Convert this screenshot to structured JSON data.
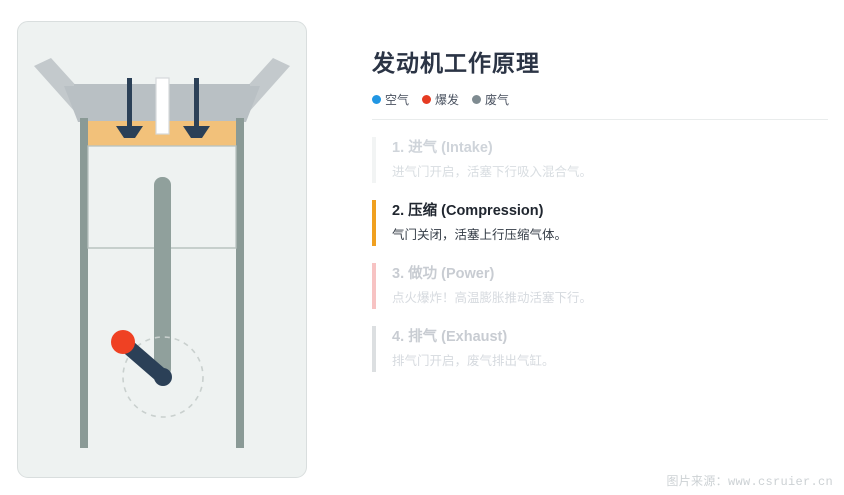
{
  "header": {
    "title": "发动机工作原理"
  },
  "legend": {
    "items": [
      {
        "label": "空气",
        "color": "#2196e3",
        "icon": "legend-dot-air"
      },
      {
        "label": "爆发",
        "color": "#e63b22",
        "icon": "legend-dot-explosion"
      },
      {
        "label": "废气",
        "color": "#7f8b91",
        "icon": "legend-dot-exhaust"
      }
    ]
  },
  "steps": [
    {
      "title": "1. 进气 (Intake)",
      "desc": "进气门开启，活塞下行吸入混合气。",
      "state": "faded",
      "marker_color": "#f2f4f4"
    },
    {
      "title": "2. 压缩 (Compression)",
      "desc": "气门关闭，活塞上行压缩气体。",
      "state": "active",
      "marker_color": "#f0a020"
    },
    {
      "title": "3. 做功 (Power)",
      "desc": "点火爆炸！高温膨胀推动活塞下行。",
      "state": "power",
      "marker_color": "#f7c3c3"
    },
    {
      "title": "4. 排气 (Exhaust)",
      "desc": "排气门开启，废气排出气缸。",
      "state": "exhaust",
      "marker_color": "#dcdfe1"
    }
  ],
  "watermark": {
    "prefix": "图片来源：",
    "url": "www.csruier.cn"
  },
  "diagram": {
    "name": "engine-compression-stroke",
    "colors": {
      "panel_bg": "#eef2f1",
      "panel_border": "#d9dede",
      "head": "#b9c0c4",
      "port": "#c3c9cc",
      "valve": "#2b4057",
      "spark_plug": "#ffffff",
      "chamber_gas": "#f2c17a",
      "cylinder_wall": "#8a9a96",
      "piston_face": "#eef2f1",
      "piston_outline": "#b8c2c0",
      "conrod": "#90a09c",
      "crank_arm": "#2b4057",
      "crank_pin": "#ef4123",
      "orbit_dash": "#c9d0ce"
    }
  }
}
